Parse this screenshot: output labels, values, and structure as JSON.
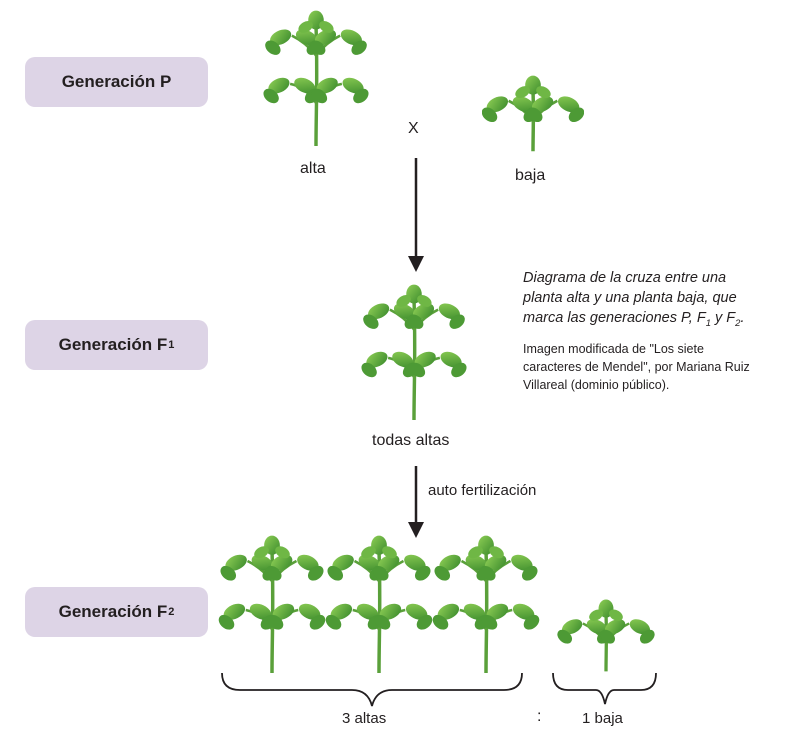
{
  "generations": {
    "p": {
      "name": "Generación P",
      "sub": ""
    },
    "f1": {
      "name": "Generación F",
      "sub": "1"
    },
    "f2": {
      "name": "Generación F",
      "sub": "2"
    }
  },
  "labels": {
    "tall": "alta",
    "short": "baja",
    "cross": "X",
    "all_tall": "todas altas",
    "self_fert": "auto fertilización",
    "three_tall": "3 altas",
    "ratio_sep": ":",
    "one_short": "1 baja"
  },
  "caption": {
    "l1": "Diagrama de la cruza entre una",
    "l2": "planta alta y una planta baja, que",
    "l3a": "marca las generaciones P, F",
    "s1": "1",
    "l3b": " y F",
    "s2": "2",
    "l3c": ".",
    "credit1": "Imagen modificada de \"Los siete",
    "credit2": "caracteres de Mendel\", por Mariana Ruiz",
    "credit3": "Villareal (dominio público)."
  },
  "colors": {
    "label_bg": "#ddd4e6",
    "leaf_dark": "#3e8f2f",
    "leaf_light": "#7cc04a",
    "stem": "#5aa03a",
    "arrow": "#231f20"
  }
}
